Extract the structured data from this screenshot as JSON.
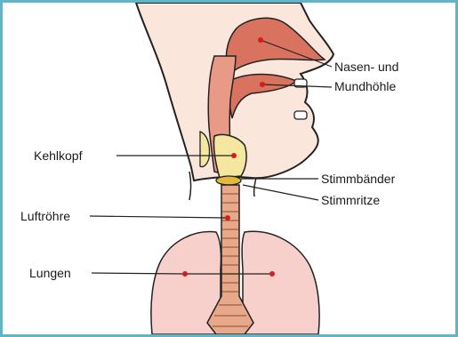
{
  "labels": {
    "nasen": "Nasen- und",
    "mund": "Mundhöhle",
    "kehlkopf": "Kehlkopf",
    "stimmbaender": "Stimmbänder",
    "stimmritze": "Stimmritze",
    "luftroehre": "Luftröhre",
    "lungen": "Lungen"
  },
  "colors": {
    "frame": "#5fb6c9",
    "skin": "#fbe6dc",
    "cavity": "#d9725f",
    "cavity_light": "#e89a86",
    "larynx": "#f5e6a0",
    "trachea": "#e8a98a",
    "lung": "#f8d0cb",
    "marker": "#d41e1e",
    "outline": "#222222"
  }
}
